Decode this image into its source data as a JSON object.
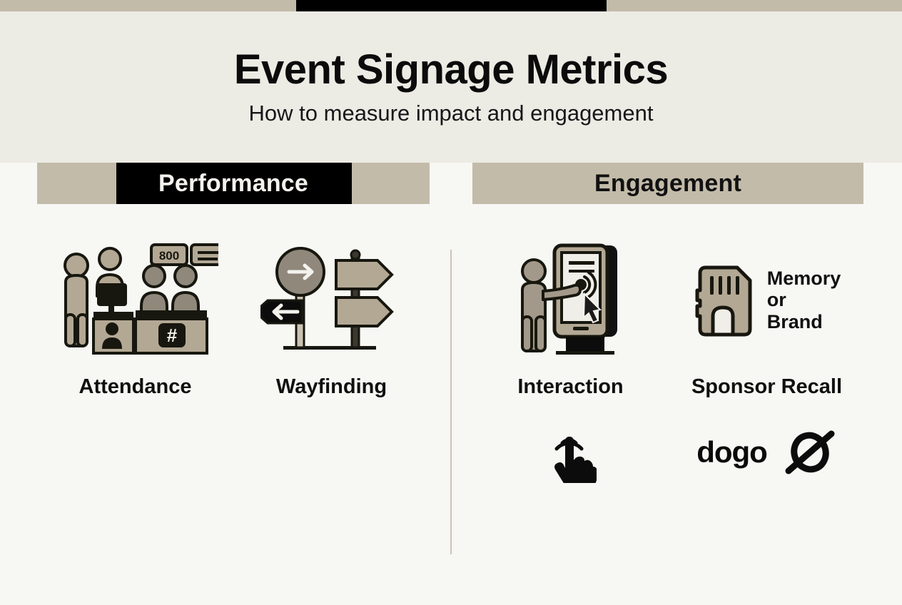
{
  "header": {
    "title": "Event Signage Metrics",
    "subtitle": "How to measure impact and engagement"
  },
  "colors": {
    "tan": "#c3bba9",
    "header_band": "#ecebe4",
    "body_background": "#f7f7f4",
    "ink": "#0b0b0b",
    "icon_fill": "#b0a header",
    "icon_tan": "#b3a894",
    "icon_light": "#efeee8",
    "divider": "#cbc5b6"
  },
  "columns": [
    {
      "id": "performance",
      "title": "Performance",
      "title_style": "highlight-black",
      "items": [
        {
          "label": "Attendance",
          "icon": "reception-desk-people-counter-icon",
          "sub_mark": null
        },
        {
          "label": "Wayfinding",
          "icon": "directional-signpost-arrows-icon",
          "sub_mark": null
        }
      ]
    },
    {
      "id": "engagement",
      "title": "Engagement",
      "title_style": "plain-tan",
      "items": [
        {
          "label": "Interaction",
          "icon": "person-touching-kiosk-icon",
          "sub_mark": {
            "type": "tap-gesture-icon",
            "text": null
          }
        },
        {
          "label": "Sponsor Recall",
          "icon": "memory-card-icon",
          "icon_caption": [
            "Memory",
            "or",
            "Brand"
          ],
          "sub_mark": {
            "type": "sponsor-logos",
            "logos": [
              "dogo",
              "abstract-slashed-oval-logo"
            ]
          }
        }
      ]
    }
  ]
}
